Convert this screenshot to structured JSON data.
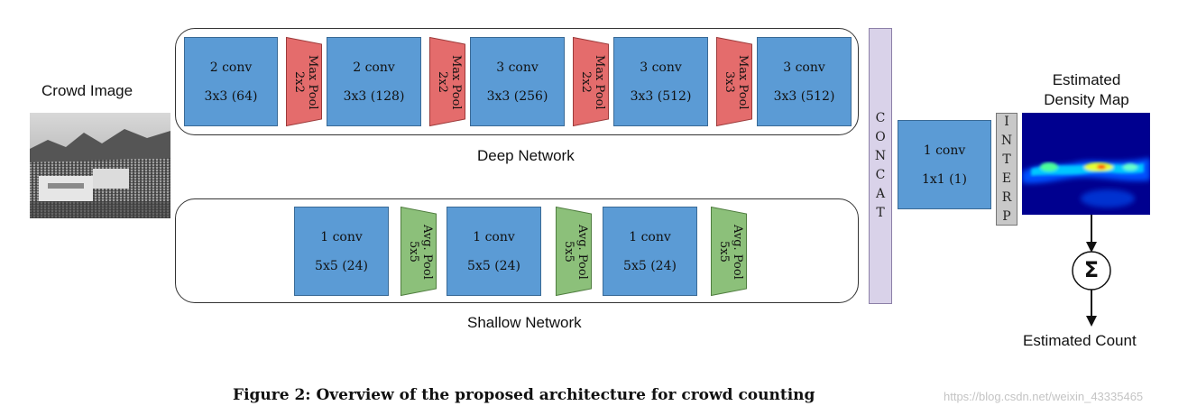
{
  "input": {
    "label": "Crowd Image"
  },
  "deep": {
    "label": "Deep Network",
    "convs": [
      {
        "title": "2 conv",
        "spec": "3x3 (64)"
      },
      {
        "title": "2 conv",
        "spec": "3x3 (128)"
      },
      {
        "title": "3 conv",
        "spec": "3x3 (256)"
      },
      {
        "title": "3 conv",
        "spec": "3x3 (512)"
      },
      {
        "title": "3 conv",
        "spec": "3x3 (512)"
      }
    ],
    "pools": [
      {
        "text": "Max Pool\n2x2"
      },
      {
        "text": "Max Pool\n2x2"
      },
      {
        "text": "Max Pool\n2x2"
      },
      {
        "text": "Max Pool\n3x3"
      }
    ]
  },
  "shallow": {
    "label": "Shallow Network",
    "convs": [
      {
        "title": "1 conv",
        "spec": "5x5 (24)"
      },
      {
        "title": "1 conv",
        "spec": "5x5 (24)"
      },
      {
        "title": "1 conv",
        "spec": "5x5 (24)"
      }
    ],
    "pools": [
      {
        "text": "Avg. Pool\n5x5"
      },
      {
        "text": "Avg. Pool\n5x5"
      },
      {
        "text": "Avg. Pool\n5x5"
      }
    ]
  },
  "concat": {
    "letters": [
      "C",
      "O",
      "N",
      "C",
      "A",
      "T"
    ]
  },
  "final_conv": {
    "title": "1 conv",
    "spec": "1x1 (1)"
  },
  "interp": {
    "letters": [
      "I",
      "N",
      "T",
      "E",
      "R",
      "P"
    ]
  },
  "output": {
    "label_line1": "Estimated",
    "label_line2": "Density Map"
  },
  "sum": {
    "symbol": "Σ"
  },
  "count": {
    "label": "Estimated Count"
  },
  "caption": "Figure 2: Overview of the proposed architecture for crowd counting",
  "watermark": "https://blog.csdn.net/weixin_43335465",
  "colors": {
    "conv": "#5b9bd5",
    "max_pool": "#e46c6c",
    "avg_pool": "#8cc07a",
    "concat": "#d9d2e9",
    "interp": "#c8c8c8"
  }
}
